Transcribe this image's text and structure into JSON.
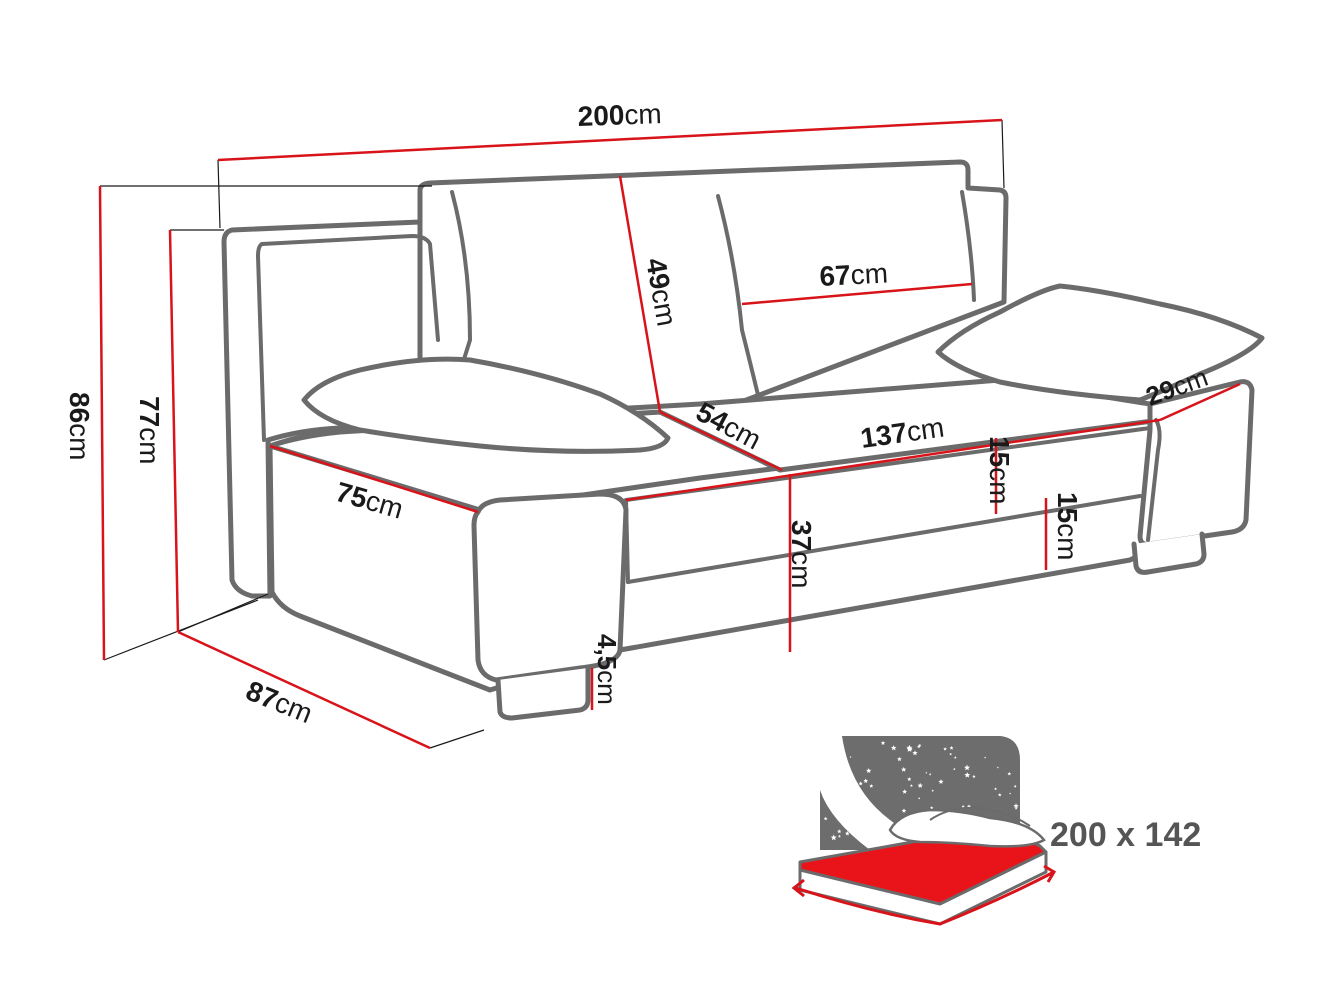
{
  "colors": {
    "dimension_line": "#d8141a",
    "outline": "#6b6b6b",
    "text": "#1a1a1a",
    "mattress": "#e8141a",
    "night_background": "#6d6d6d"
  },
  "unit": "cm",
  "dimensions": {
    "total_width": "200",
    "total_height": "86",
    "armrest_height": "77",
    "total_depth": "87",
    "seat_depth": "75",
    "backrest_height": "49",
    "backrest_width": "67",
    "seat_inner_depth": "54",
    "seat_width": "137",
    "armrest_width": "29",
    "front_height": "37",
    "cushion_height": "15",
    "leg_height": "15",
    "foot_height": "4,5"
  },
  "bed": {
    "size_label": "200 x 142"
  }
}
